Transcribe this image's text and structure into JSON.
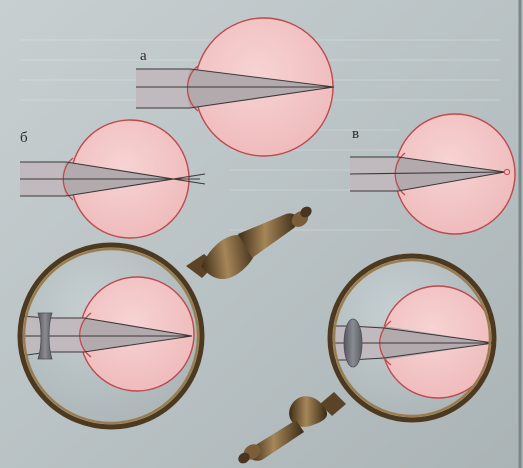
{
  "labels": {
    "a": "а",
    "b": "б",
    "v": "в"
  },
  "colors": {
    "background": "#b8c1c3",
    "background_light": "#d3d9da",
    "eye_fill": "#f2c4c4",
    "eye_stroke": "#c0494c",
    "beam_fill": "#b9b2b6",
    "ray_stroke": "#3b3838",
    "lens_frame": "#5a4326",
    "handle": "#6d5232",
    "corrective_lens": "#6e6f77"
  },
  "icons": {
    "magnifier_left": "magnifying-glass-icon",
    "magnifier_right": "magnifying-glass-icon"
  }
}
